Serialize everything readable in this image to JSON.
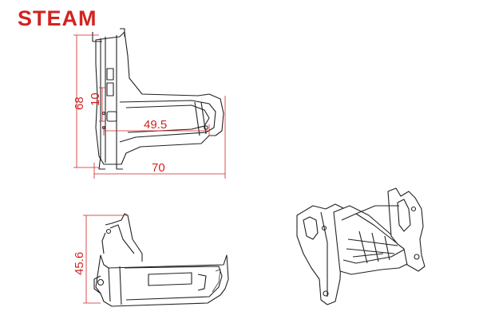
{
  "logo": {
    "text": "STEAM"
  },
  "colors": {
    "brand": "#d22320",
    "dimension": "#d22320",
    "outline": "#222222",
    "background": "#ffffff"
  },
  "dimensions": {
    "top_height": "68",
    "top_small": "10",
    "top_inner_width": "49.5",
    "top_total_width": "70",
    "side_height": "45.6"
  }
}
